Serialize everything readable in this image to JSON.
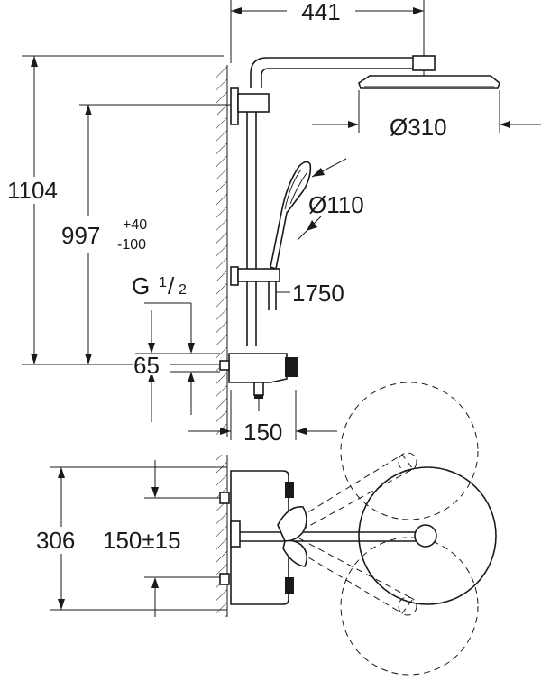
{
  "dimensions": {
    "width_arm": "441",
    "head_diameter": "Ø310",
    "hand_diameter": "Ø110",
    "total_height": "1104",
    "rail_height_main": "997",
    "rail_height_plus": "+40",
    "rail_height_minus": "-100",
    "hose_length": "1750",
    "thread_main": "G",
    "thread_num": "1",
    "thread_den": "2",
    "thread_slash": "/",
    "inlet_height": "65",
    "wall_to_center": "150",
    "body_height": "306",
    "inlet_spacing": "150±15"
  }
}
